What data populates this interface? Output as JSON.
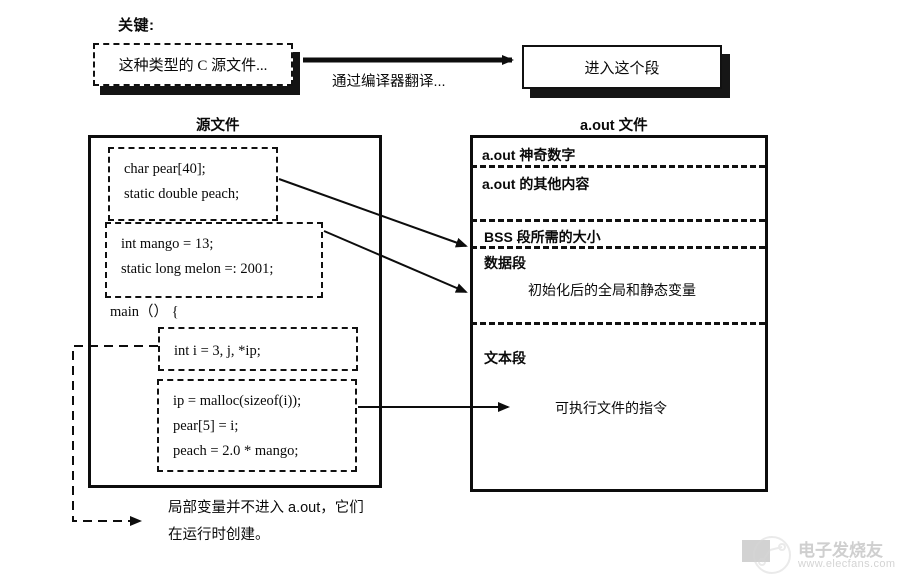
{
  "legend": {
    "title": "关键:",
    "source_box_label": "这种类型的 C 源文件...",
    "arrow_label": "通过编译器翻译...",
    "target_box_label": "进入这个段"
  },
  "source_panel": {
    "title": "源文件",
    "blocks": [
      {
        "name": "globals-block",
        "lines": [
          "char pear[40];",
          "static double peach;"
        ]
      },
      {
        "name": "initialized-block",
        "lines": [
          "int mango = 13;",
          "static long melon =: 2001;"
        ]
      },
      {
        "name": "locals-block",
        "lines": [
          "int i = 3, j, *ip;"
        ]
      },
      {
        "name": "statements-block",
        "lines": [
          "ip = malloc(sizeof(i));",
          "pear[5] = i;",
          "peach = 2.0 * mango;"
        ]
      }
    ],
    "main_declaration": "main（）  {"
  },
  "aout_panel": {
    "title": "a.out 文件",
    "segments": [
      {
        "label": "a.out 神奇数字",
        "sub": ""
      },
      {
        "label": "a.out 的其他内容",
        "sub": ""
      },
      {
        "label": "BSS 段所需的大小",
        "sub": ""
      },
      {
        "label": "数据段",
        "sub": "初始化后的全局和静态变量"
      },
      {
        "label": "文本段",
        "sub": "可执行文件的指令"
      }
    ]
  },
  "bottom_note": {
    "line1": "局部变量并不进入 a.out，它们",
    "line2": "在运行时创建。"
  },
  "watermark": {
    "brand": "电子发烧友",
    "url": "www.elecfans.com"
  },
  "colors": {
    "ink": "#0d0d0d",
    "page": "#ffffff",
    "shadow": "#141414",
    "watermark": "#d0d0d0"
  }
}
